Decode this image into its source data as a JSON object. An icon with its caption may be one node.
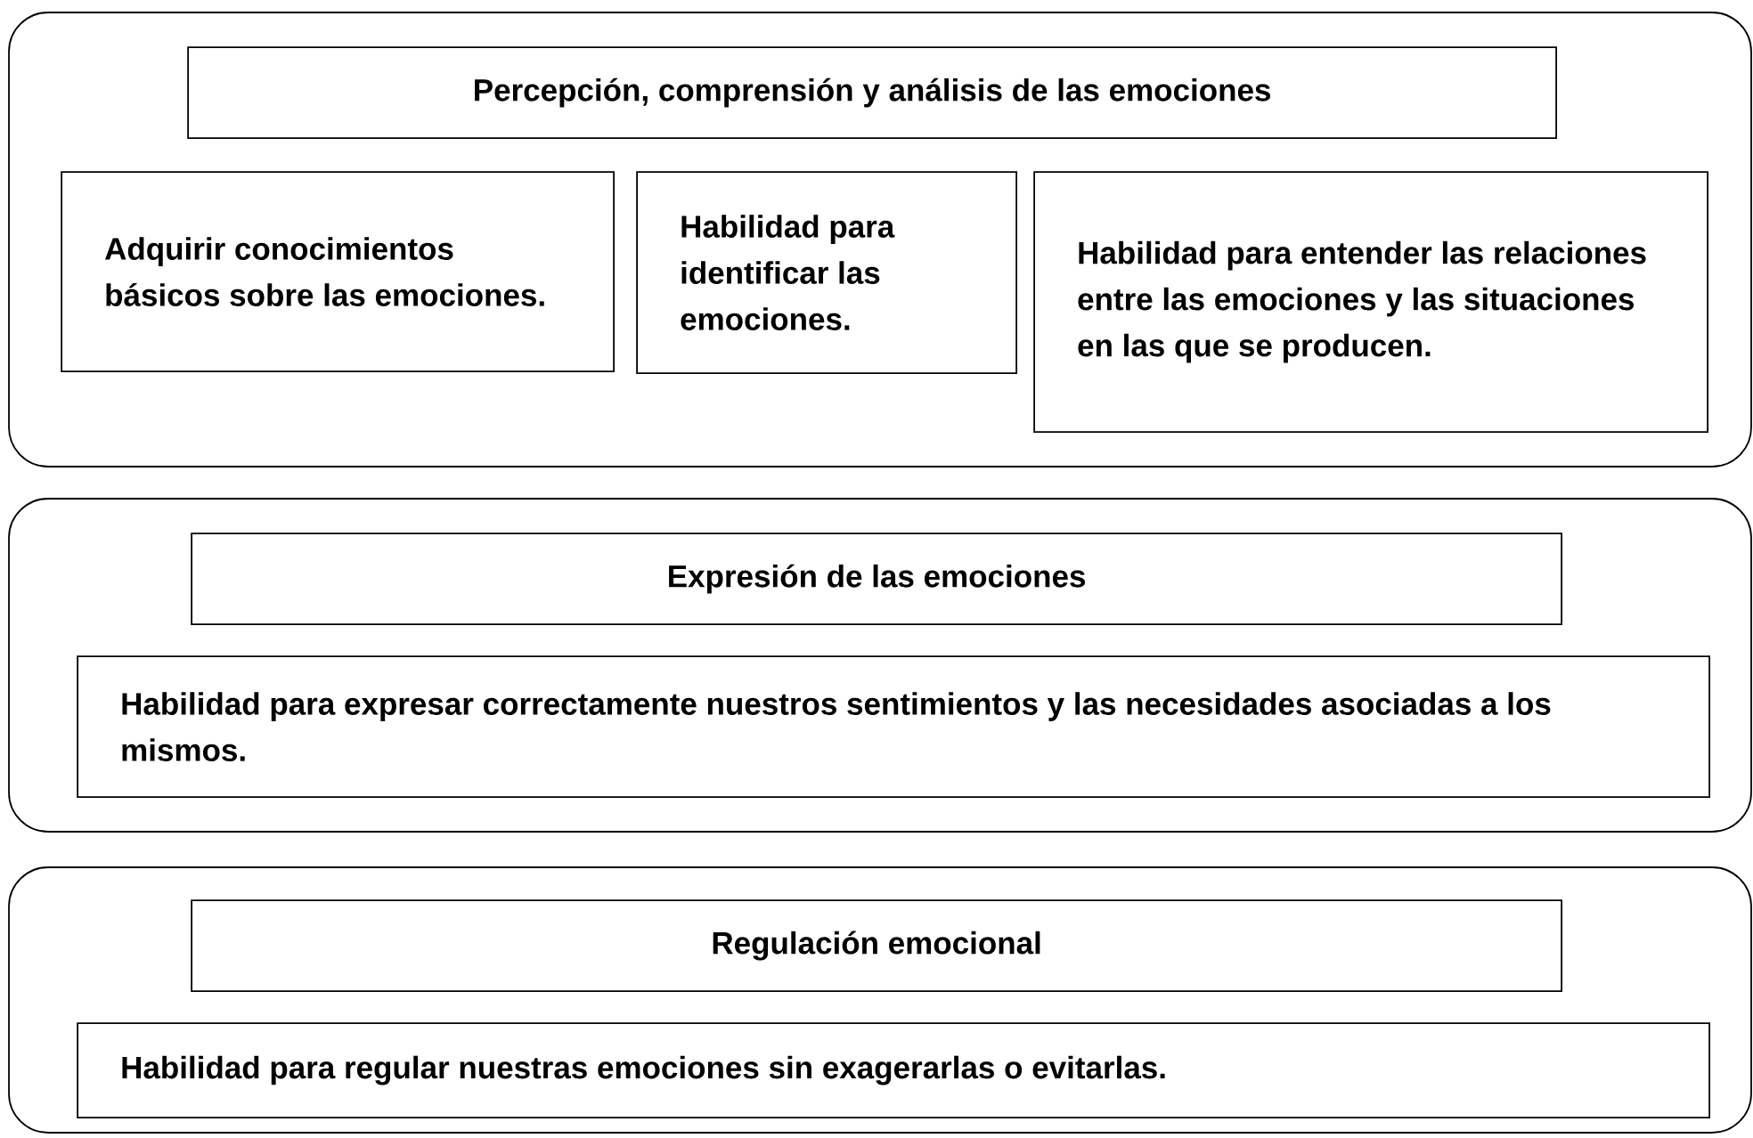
{
  "diagram": {
    "nodes": [
      {
        "text": [],
        "shape": "box"
      },
      {
        "text": [
          "Percepción, comprensión y análisis de las emociones"
        ],
        "in": 0
      },
      {
        "text": [
          "Adquirir conocimientos básicos sobre las emociones."
        ],
        "in": 0
      },
      {
        "text": [
          "Habilidad para identificar las emociones."
        ],
        "in": 0
      },
      {
        "text": [
          "Habilidad para entender las relaciones entre las emociones y las situaciones en las que se producen."
        ],
        "in": 0
      },
      {
        "text": [],
        "shape": "box"
      },
      {
        "text": [
          "Expresión de las emociones"
        ],
        "in": 5
      },
      {
        "text": [
          "Habilidad para expresar correctamente nuestros sentimientos y las necesidades asociadas a los mismos."
        ],
        "in": 5
      },
      {
        "text": [],
        "shape": "box"
      },
      {
        "text": [
          "Regulación emocional"
        ],
        "in": 8
      },
      {
        "text": [
          "Habilidad para regular nuestras emociones sin exagerarlas o evitarlas."
        ],
        "in": 8
      }
    ]
  }
}
